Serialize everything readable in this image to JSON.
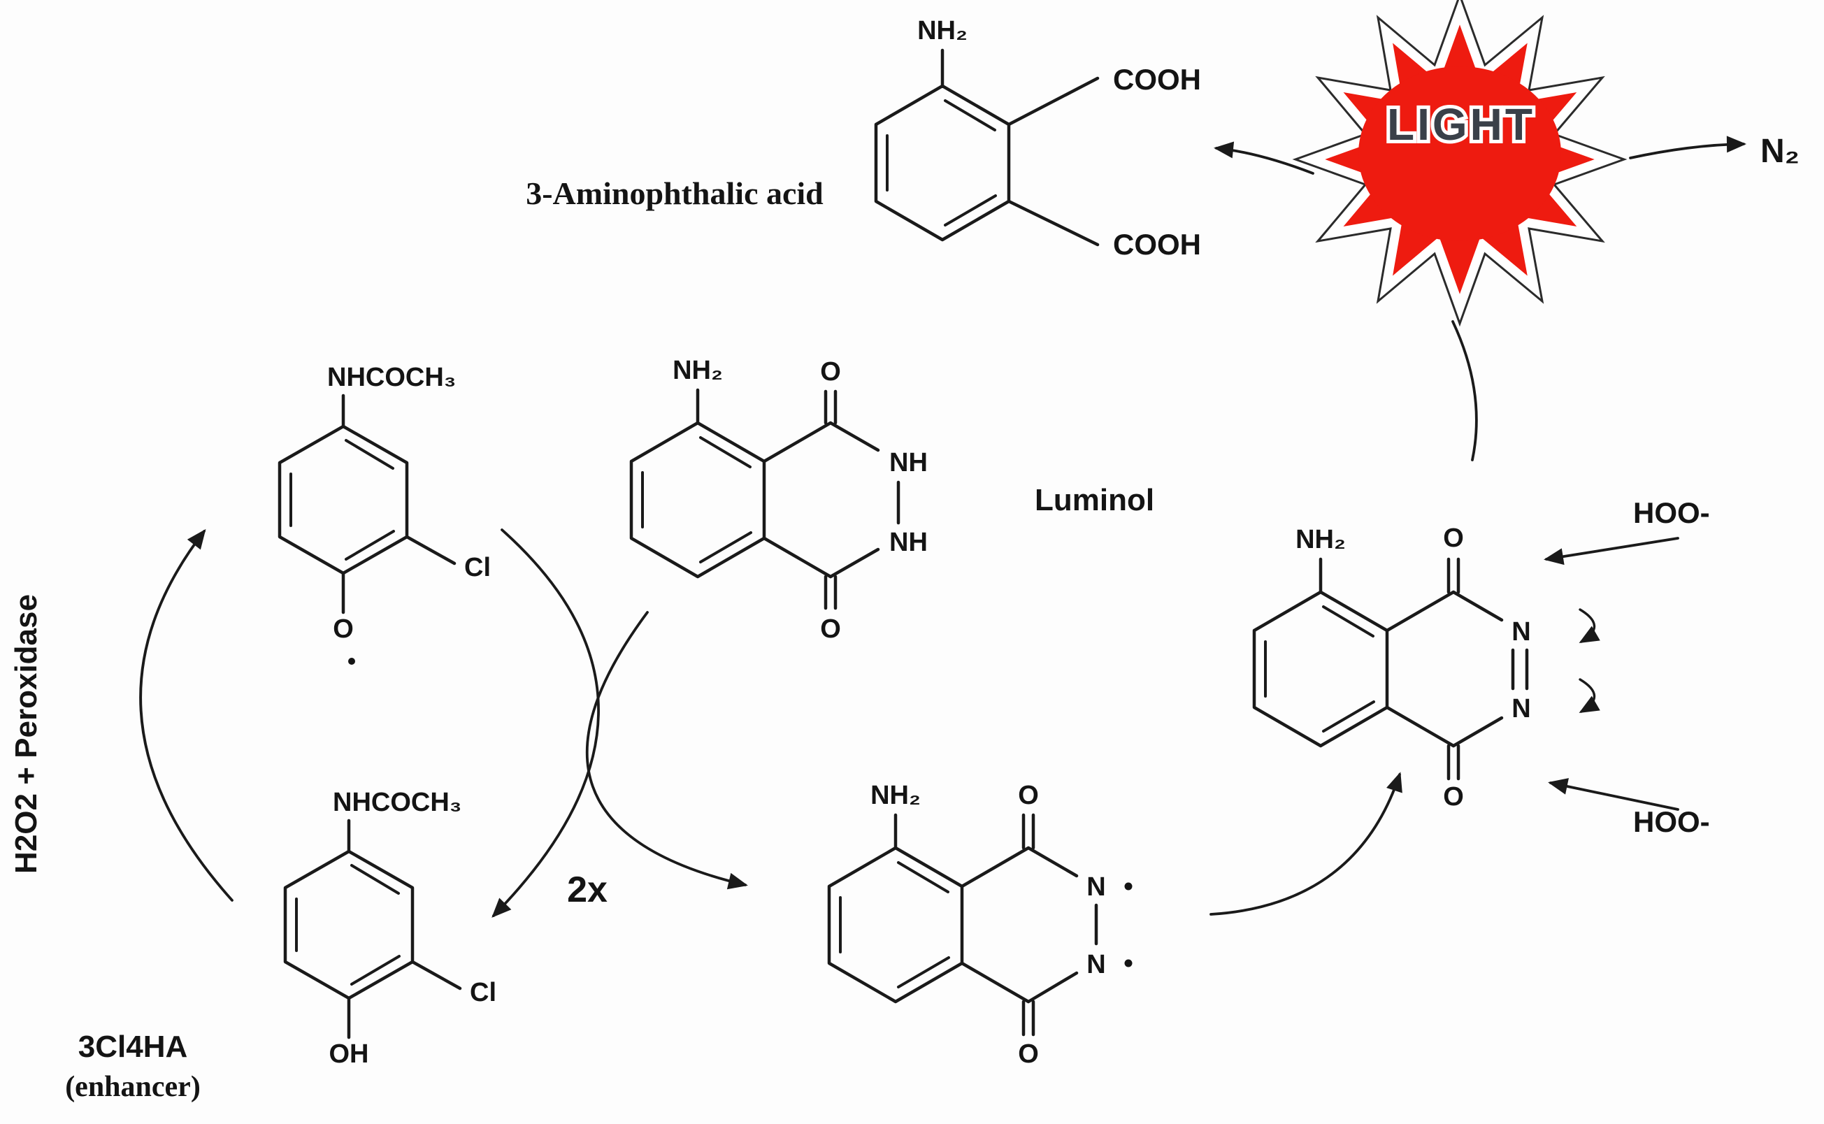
{
  "diagram": {
    "title_left": "3-Aminophthalic acid",
    "peroxidase_label": "H2O2 + Peroxidase",
    "enhancer_name": "3Cl4HA",
    "enhancer_sub": "(enhancer)",
    "two_x": "2x",
    "luminol_label": "Luminol",
    "light_label": "LIGHT",
    "n2_label": "N₂",
    "hoo_top": "HOO-",
    "hoo_bottom": "HOO-"
  },
  "atoms": {
    "aminophthalic": {
      "nh2": "NH₂",
      "cooh_top": "COOH",
      "cooh_bottom": "COOH"
    },
    "luminol": {
      "nh2": "NH₂",
      "o_top": "O",
      "nh_top": "NH",
      "nh_bottom": "NH",
      "o_bottom": "O"
    },
    "enhancer_radical": {
      "nhcoch3": "NHCOCH₃",
      "cl": "Cl",
      "o": "O"
    },
    "enhancer": {
      "nhcoch3": "NHCOCH₃",
      "cl": "Cl",
      "oh": "OH"
    },
    "luminol_radical": {
      "nh2": "NH₂",
      "o_top": "O",
      "n_top": "N",
      "n_bottom": "N",
      "o_bottom": "O"
    },
    "diazaquinone": {
      "nh2": "NH₂",
      "o_top": "O",
      "n_top": "N",
      "n_bottom": "N",
      "o_bottom": "O"
    }
  },
  "colors": {
    "ink": "#1a1a1a",
    "burst_red": "#ee1b10",
    "light_text": "#3a4049"
  }
}
